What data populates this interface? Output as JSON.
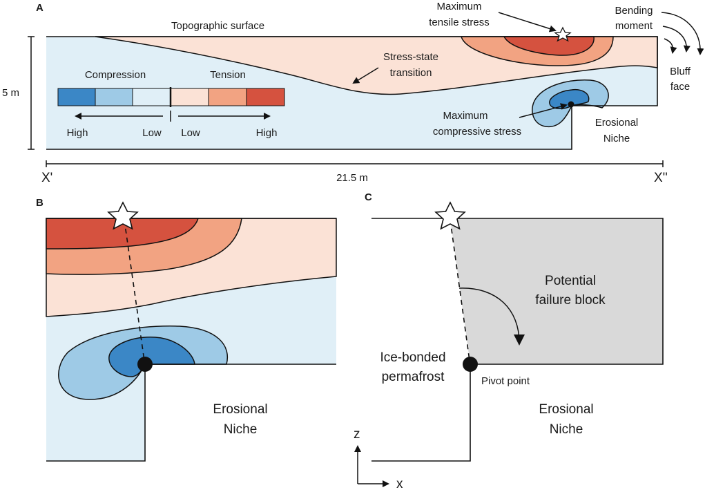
{
  "panel_letters": {
    "a": "A",
    "b": "B",
    "c": "C"
  },
  "colors": {
    "compression_high": "#3b87c6",
    "compression_mid": "#9ecae6",
    "compression_low": "#e0eff7",
    "tension_low": "#fbe2d6",
    "tension_mid": "#f2a382",
    "tension_high": "#d5523f",
    "failure_block": "#d9d9d9"
  },
  "panel_a": {
    "topographic_surface": "Topographic surface",
    "maximum_tensile_stress": [
      "Maximum",
      "tensile stress"
    ],
    "bending_moment": [
      "Bending",
      "moment"
    ],
    "bluff_face": [
      "Bluff",
      "face"
    ],
    "stress_state_transition": [
      "Stress-state",
      "transition"
    ],
    "maximum_compressive_stress": [
      "Maximum",
      "compressive stress"
    ],
    "erosional_niche": [
      "Erosional",
      "Niche"
    ],
    "height_label": "5 m",
    "length_label": "21.5 m",
    "x_start": "X'",
    "x_end": "X''",
    "legend": {
      "compression": "Compression",
      "tension": "Tension",
      "high_left": "High",
      "low_left": "Low",
      "low_right": "Low",
      "high_right": "High"
    }
  },
  "panel_b": {
    "erosional_niche": [
      "Erosional",
      "Niche"
    ]
  },
  "panel_c": {
    "potential_failure_block": [
      "Potential",
      "failure block"
    ],
    "ice_bonded_permafrost": [
      "Ice-bonded",
      "permafrost"
    ],
    "pivot_point": "Pivot point",
    "erosional_niche": [
      "Erosional",
      "Niche"
    ],
    "axis_z": "z",
    "axis_x": "x"
  }
}
